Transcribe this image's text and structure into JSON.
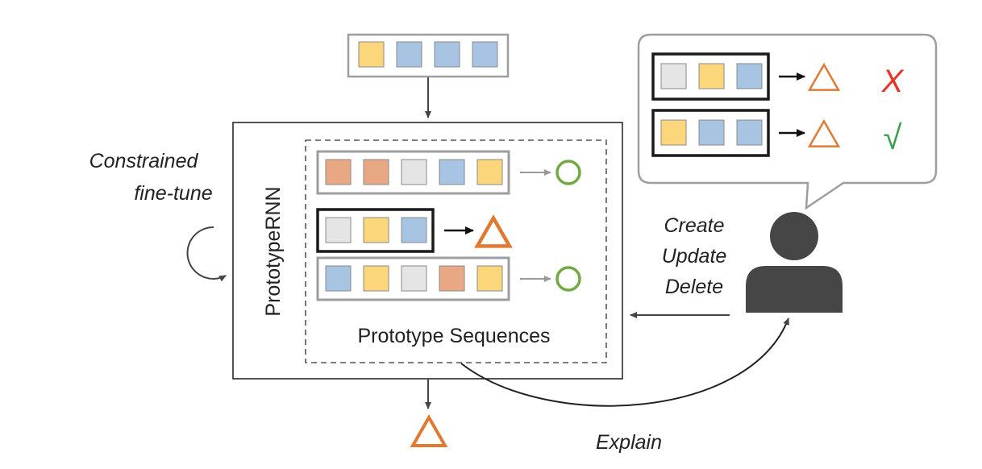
{
  "colors": {
    "yellow": "#fbd67a",
    "blue": "#a7c4e2",
    "orange": "#e9a884",
    "gray": "#e5e5e5",
    "green_circle": "#71a944",
    "orange_triangle": "#e07a33",
    "cross_red": "#e63428",
    "check_green": "#3aa048",
    "frame_gray": "#9e9e9e",
    "frame_dark": "#1a1a1a",
    "person": "#464646"
  },
  "labels": {
    "model_name": "PrototypeRNN",
    "prototype_sequences": "Prototype Sequences",
    "constrained_line1": "Constrained",
    "constrained_line2": "fine-tune",
    "action_create": "Create",
    "action_update": "Update",
    "action_delete": "Delete",
    "explain": "Explain",
    "cross_mark": "X",
    "check_mark": "√"
  },
  "input_sequence": [
    "yellow",
    "blue",
    "blue",
    "blue"
  ],
  "prototypes": [
    {
      "sequence": [
        "orange",
        "orange",
        "gray",
        "blue",
        "yellow"
      ],
      "output": "circle",
      "highlighted": false
    },
    {
      "sequence": [
        "gray",
        "yellow",
        "blue"
      ],
      "output": "triangle",
      "highlighted": true
    },
    {
      "sequence": [
        "blue",
        "yellow",
        "gray",
        "orange",
        "yellow"
      ],
      "output": "circle",
      "highlighted": false
    }
  ],
  "feedback": [
    {
      "sequence": [
        "gray",
        "yellow",
        "blue"
      ],
      "output": "triangle",
      "verdict": "wrong"
    },
    {
      "sequence": [
        "yellow",
        "blue",
        "blue"
      ],
      "output": "triangle",
      "verdict": "correct"
    }
  ],
  "final_output": "triangle",
  "icons": [
    "user-icon",
    "triangle-icon",
    "circle-icon",
    "cross-icon",
    "check-icon"
  ]
}
